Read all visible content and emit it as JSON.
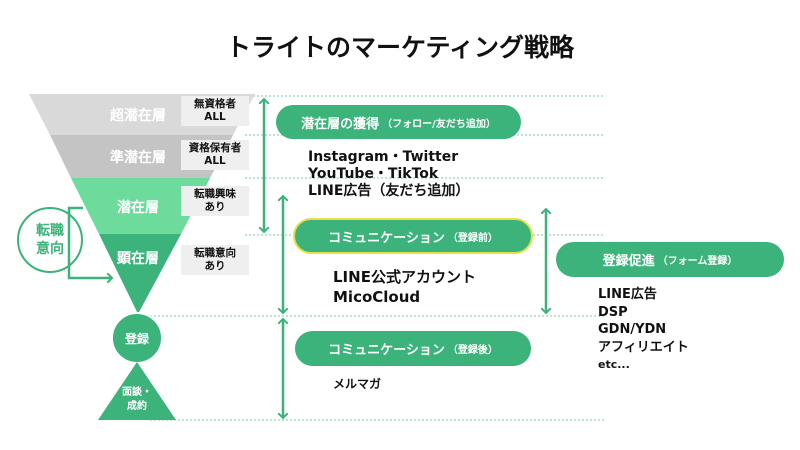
{
  "title": "トライトのマーケティング戦略",
  "funnel": {
    "layers": [
      {
        "label": "超潜在層",
        "tag1": "無資格者",
        "tag2": "ALL",
        "color": "#d9d9d9"
      },
      {
        "label": "準潜在層",
        "tag1": "資格保有者",
        "tag2": "ALL",
        "color": "#c4c4c4"
      },
      {
        "label": "潜在層",
        "tag1": "転職興味",
        "tag2": "あり",
        "color": "#6ddb9b"
      },
      {
        "label": "顕在層",
        "tag1": "転職意向",
        "tag2": "あり",
        "color": "#3cb37a"
      }
    ],
    "register": "登録",
    "meeting1": "面談・",
    "meeting2": "成約",
    "intent1": "転職",
    "intent2": "意向"
  },
  "stages": {
    "acquire": {
      "main": "潜在層の獲得",
      "sub": "（フォロー/友だち追加）",
      "items": [
        "Instagram・Twitter",
        "YouTube・TikTok",
        "LINE広告（友だち追加）"
      ]
    },
    "comm_before": {
      "main": "コミュニケーション",
      "sub": "（登録前）",
      "items": [
        "LINE公式アカウント",
        "MicoCloud"
      ]
    },
    "comm_after": {
      "main": "コミュニケーション",
      "sub": "（登録後）",
      "items": [
        "メルマガ"
      ]
    },
    "promote": {
      "main": "登録促進",
      "sub": "（フォーム登録）",
      "items": [
        "LINE広告",
        "DSP",
        "GDN/YDN",
        "アフィリエイト",
        "etc..."
      ]
    }
  },
  "colors": {
    "green": "#3cb37a",
    "light_green": "#6ddb9b",
    "highlight": "#e5e04a"
  }
}
